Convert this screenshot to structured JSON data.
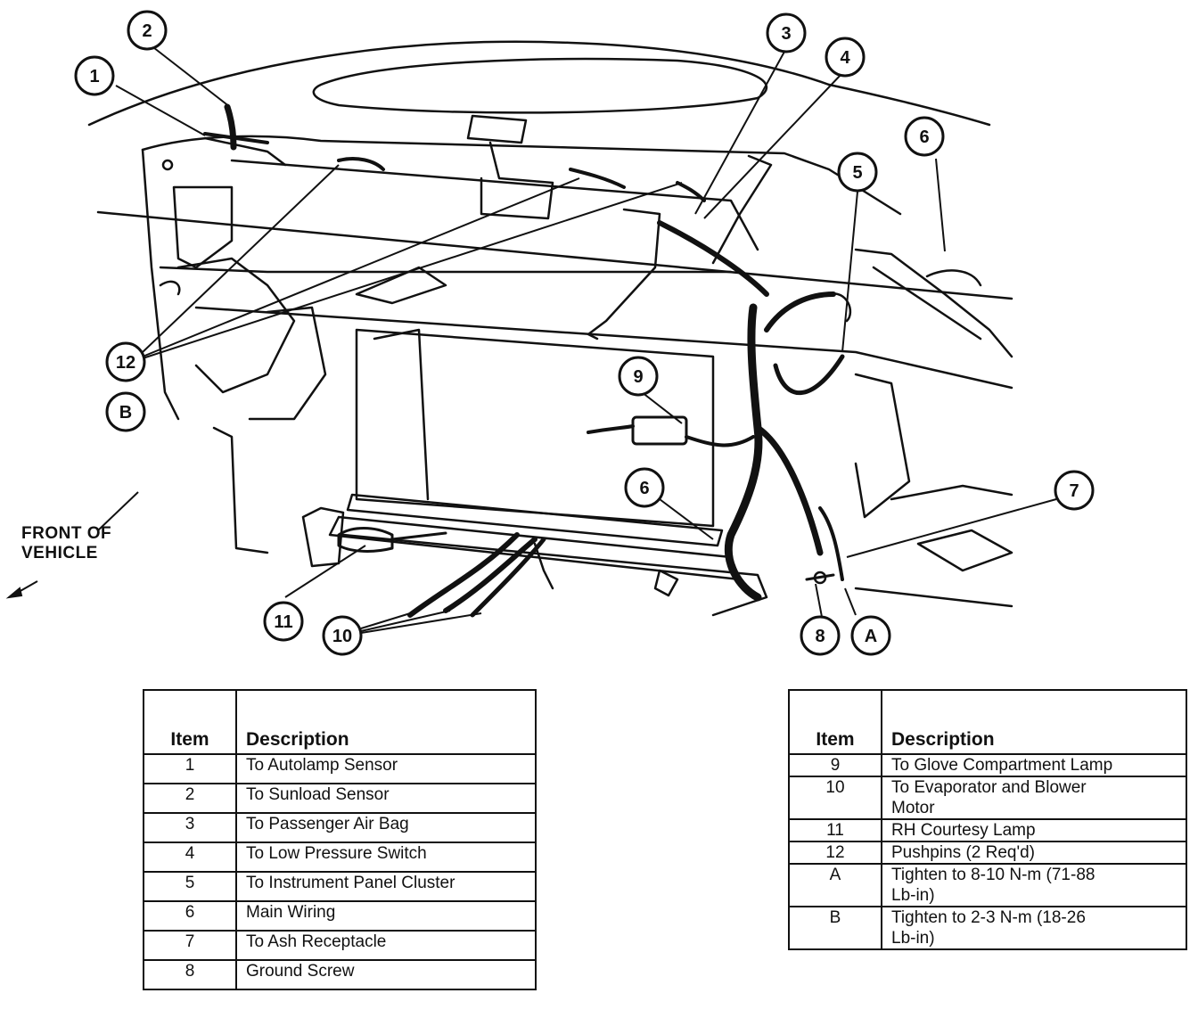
{
  "callouts": {
    "c1": "1",
    "c2": "2",
    "c3": "3",
    "c4": "4",
    "c5": "5",
    "c6a": "6",
    "c6b": "6",
    "c7": "7",
    "c8": "8",
    "c9": "9",
    "c10": "10",
    "c11": "11",
    "c12": "12",
    "cA": "A",
    "cB": "B"
  },
  "front_label": {
    "line1": "FRONT OF",
    "line2": "VEHICLE"
  },
  "legend_left": {
    "header_item": "Item",
    "header_desc": "Description",
    "rows": [
      {
        "item": "1",
        "desc": "To Autolamp Sensor"
      },
      {
        "item": "2",
        "desc": "To Sunload Sensor"
      },
      {
        "item": "3",
        "desc": "To Passenger Air Bag"
      },
      {
        "item": "4",
        "desc": "To Low Pressure Switch"
      },
      {
        "item": "5",
        "desc": "To Instrument Panel Cluster"
      },
      {
        "item": "6",
        "desc": "Main Wiring"
      },
      {
        "item": "7",
        "desc": "To Ash Receptacle"
      },
      {
        "item": "8",
        "desc": "Ground Screw"
      }
    ]
  },
  "legend_right": {
    "header_item": "Item",
    "header_desc": "Description",
    "rows": [
      {
        "item": "9",
        "desc": "To Glove Compartment Lamp"
      },
      {
        "item": "10",
        "desc_l1": "To Evaporator and Blower",
        "desc_l2": "Motor"
      },
      {
        "item": "11",
        "desc": "RH Courtesy Lamp"
      },
      {
        "item": "12",
        "desc": "Pushpins (2 Req'd)"
      },
      {
        "item": "A",
        "desc_l1": "Tighten to 8-10 N-m (71-88",
        "desc_l2": "Lb-in)"
      },
      {
        "item": "B",
        "desc_l1": "Tighten to 2-3 N-m (18-26",
        "desc_l2": "Lb-in)"
      }
    ]
  }
}
